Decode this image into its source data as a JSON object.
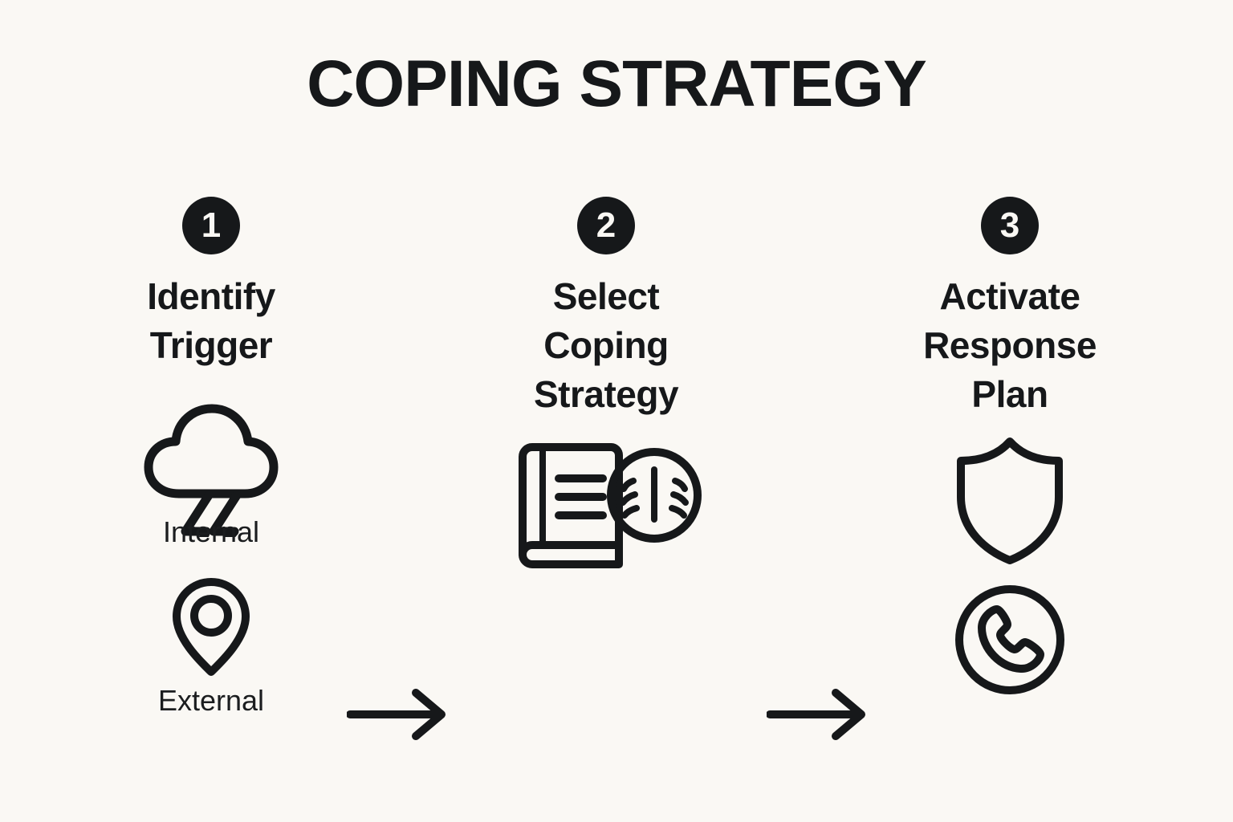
{
  "page": {
    "title": "COPING STRATEGY",
    "background_color": "#faf8f4",
    "ink_color": "#16181a"
  },
  "steps": [
    {
      "number": "1",
      "title": "Identify Trigger",
      "title_lines": [
        "Identify",
        "Trigger"
      ],
      "icons": [
        {
          "name": "cloud-lightning-icon",
          "label": "Internal"
        },
        {
          "name": "map-pin-icon",
          "label": "External"
        }
      ]
    },
    {
      "number": "2",
      "title": "Select Coping Strategy",
      "title_lines": [
        "Select",
        "Coping",
        "Strategy"
      ],
      "icons": [
        {
          "name": "book-breathing-icon",
          "label": ""
        }
      ]
    },
    {
      "number": "3",
      "title": "Activate Response Plan",
      "title_lines": [
        "Activate",
        "Response",
        "Plan"
      ],
      "icons": [
        {
          "name": "shield-icon",
          "label": ""
        },
        {
          "name": "phone-circle-icon",
          "label": ""
        }
      ]
    }
  ],
  "connectors": [
    {
      "name": "arrow-step-1-to-2",
      "direction": "right"
    },
    {
      "name": "arrow-step-2-to-3",
      "direction": "right"
    }
  ]
}
